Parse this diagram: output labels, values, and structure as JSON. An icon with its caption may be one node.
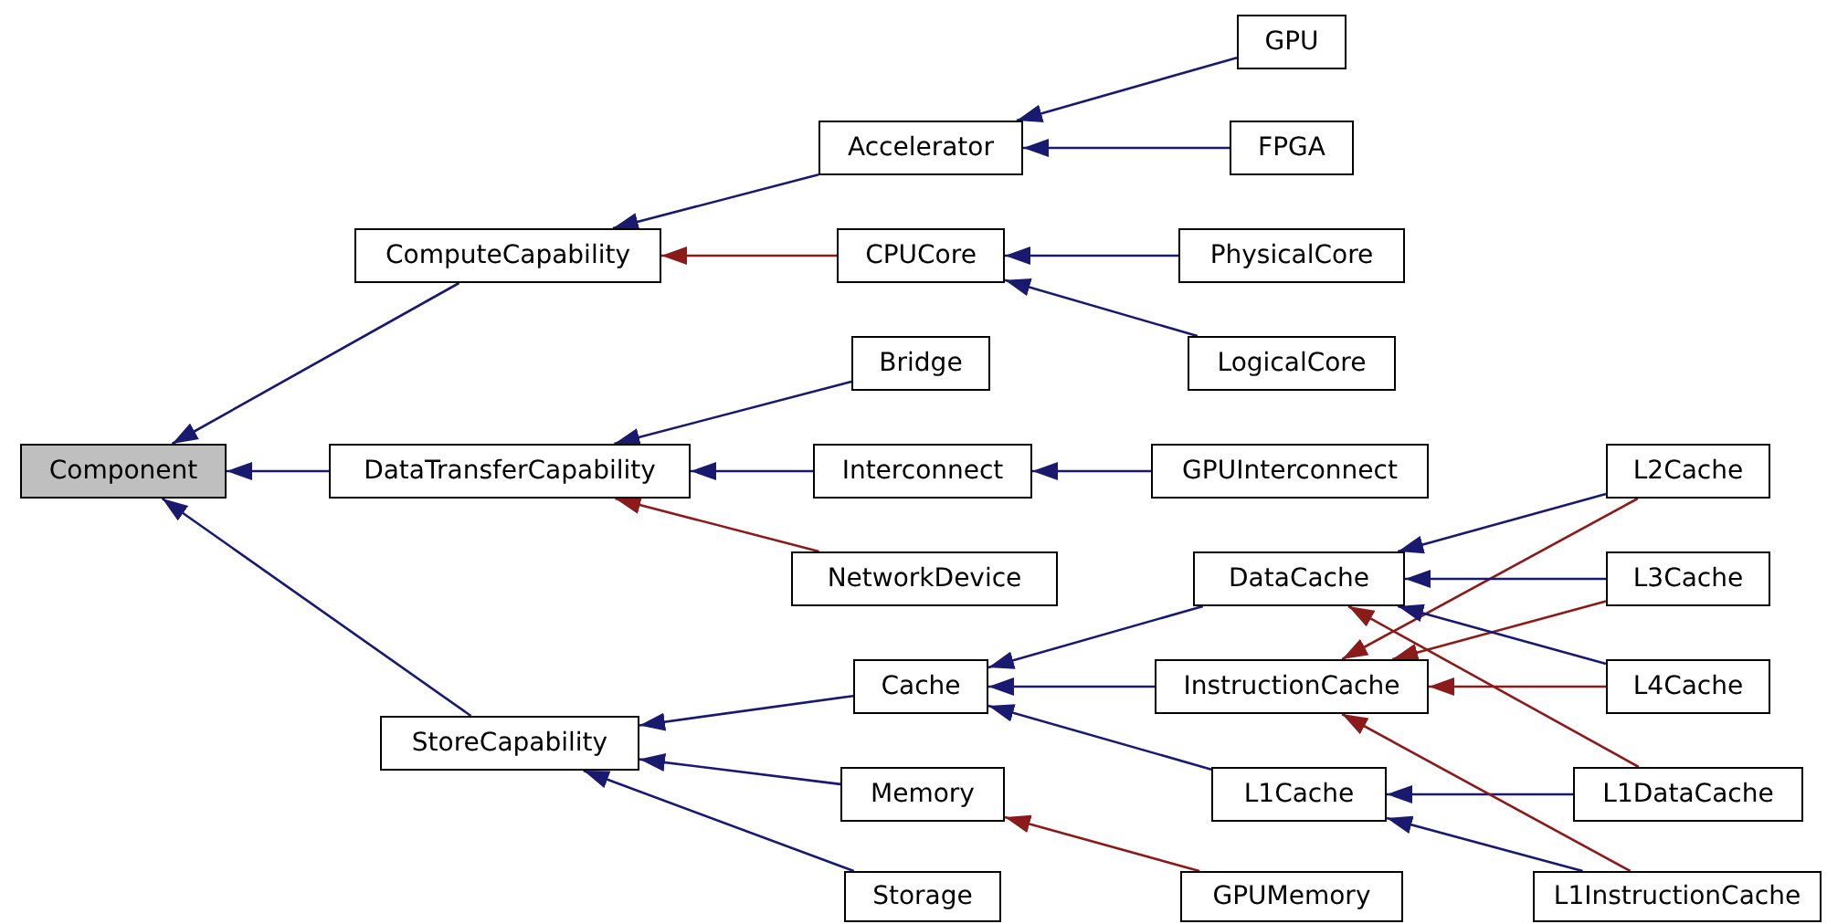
{
  "diagram": {
    "nodes": [
      {
        "text": [
          "Component"
        ]
      },
      {
        "text": [
          "ComputeCapability"
        ]
      },
      {
        "text": [
          "DataTransferCapability"
        ]
      },
      {
        "text": [
          "StoreCapability"
        ]
      },
      {
        "text": [
          "Accelerator"
        ]
      },
      {
        "text": [
          "CPUCore"
        ]
      },
      {
        "text": [
          "Bridge"
        ]
      },
      {
        "text": [
          "Interconnect"
        ]
      },
      {
        "text": [
          "NetworkDevice"
        ]
      },
      {
        "text": [
          "Cache"
        ]
      },
      {
        "text": [
          "Memory"
        ]
      },
      {
        "text": [
          "Storage"
        ]
      },
      {
        "text": [
          "GPU"
        ]
      },
      {
        "text": [
          "FPGA"
        ]
      },
      {
        "text": [
          "PhysicalCore"
        ]
      },
      {
        "text": [
          "LogicalCore"
        ]
      },
      {
        "text": [
          "GPUInterconnect"
        ]
      },
      {
        "text": [
          "DataCache"
        ]
      },
      {
        "text": [
          "InstructionCache"
        ]
      },
      {
        "text": [
          "L1Cache"
        ]
      },
      {
        "text": [
          "GPUMemory"
        ]
      },
      {
        "text": [
          "L2Cache"
        ]
      },
      {
        "text": [
          "L3Cache"
        ]
      },
      {
        "text": [
          "L4Cache"
        ]
      },
      {
        "text": [
          "L1DataCache"
        ]
      },
      {
        "text": [
          "L1InstructionCache"
        ]
      }
    ],
    "edges": [
      {
        "from": 1,
        "to": 0,
        "arrow": "to"
      },
      {
        "from": 2,
        "to": 0,
        "arrow": "to"
      },
      {
        "from": 3,
        "to": 0,
        "arrow": "to"
      },
      {
        "from": 4,
        "to": 1,
        "arrow": "to"
      },
      {
        "from": 5,
        "to": 1,
        "arrow": "to",
        "color": "#8b1a1a"
      },
      {
        "from": 6,
        "to": 2,
        "arrow": "to"
      },
      {
        "from": 7,
        "to": 2,
        "arrow": "to"
      },
      {
        "from": 8,
        "to": 2,
        "arrow": "to",
        "color": "#8b1a1a"
      },
      {
        "from": 9,
        "to": 3,
        "arrow": "to"
      },
      {
        "from": 10,
        "to": 3,
        "arrow": "to"
      },
      {
        "from": 11,
        "to": 3,
        "arrow": "to"
      },
      {
        "from": 12,
        "to": 4,
        "arrow": "to"
      },
      {
        "from": 13,
        "to": 4,
        "arrow": "to"
      },
      {
        "from": 14,
        "to": 5,
        "arrow": "to"
      },
      {
        "from": 15,
        "to": 5,
        "arrow": "to"
      },
      {
        "from": 16,
        "to": 7,
        "arrow": "to"
      },
      {
        "from": 17,
        "to": 9,
        "arrow": "to"
      },
      {
        "from": 18,
        "to": 9,
        "arrow": "to"
      },
      {
        "from": 19,
        "to": 9,
        "arrow": "to"
      },
      {
        "from": 20,
        "to": 10,
        "arrow": "to",
        "color": "#8b1a1a"
      },
      {
        "from": 21,
        "to": 17,
        "arrow": "to"
      },
      {
        "from": 21,
        "to": 18,
        "arrow": "to",
        "color": "#8b1a1a"
      },
      {
        "from": 22,
        "to": 17,
        "arrow": "to"
      },
      {
        "from": 22,
        "to": 18,
        "arrow": "to",
        "color": "#8b1a1a"
      },
      {
        "from": 23,
        "to": 17,
        "arrow": "to"
      },
      {
        "from": 23,
        "to": 18,
        "arrow": "to",
        "color": "#8b1a1a"
      },
      {
        "from": 24,
        "to": 19,
        "arrow": "to"
      },
      {
        "from": 24,
        "to": 17,
        "arrow": "to",
        "color": "#8b1a1a"
      },
      {
        "from": 25,
        "to": 19,
        "arrow": "to"
      },
      {
        "from": 25,
        "to": 18,
        "arrow": "to",
        "color": "#8b1a1a"
      }
    ]
  }
}
